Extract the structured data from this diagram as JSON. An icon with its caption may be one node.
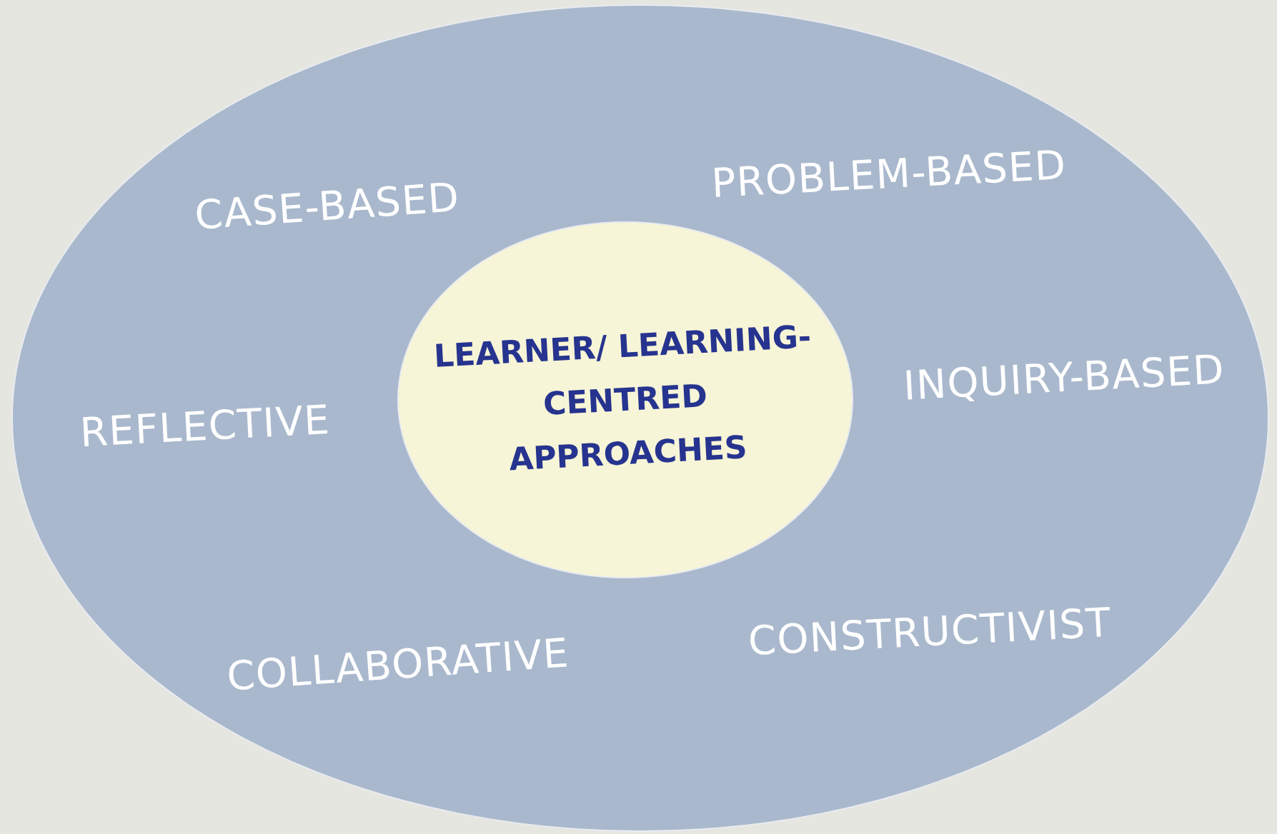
{
  "diagram": {
    "nodes": [
      {
        "text": [
          "CASE-BASED",
          "PROBLEM-BASED",
          "REFLECTIVE",
          "INQUIRY-BASED",
          "COLLABORATIVE",
          "CONSTRUCTIVIST"
        ]
      },
      {
        "text": [
          "LEARNER/ LEARNING-CENTRED APPROACHES"
        ],
        "in": 0
      }
    ]
  }
}
